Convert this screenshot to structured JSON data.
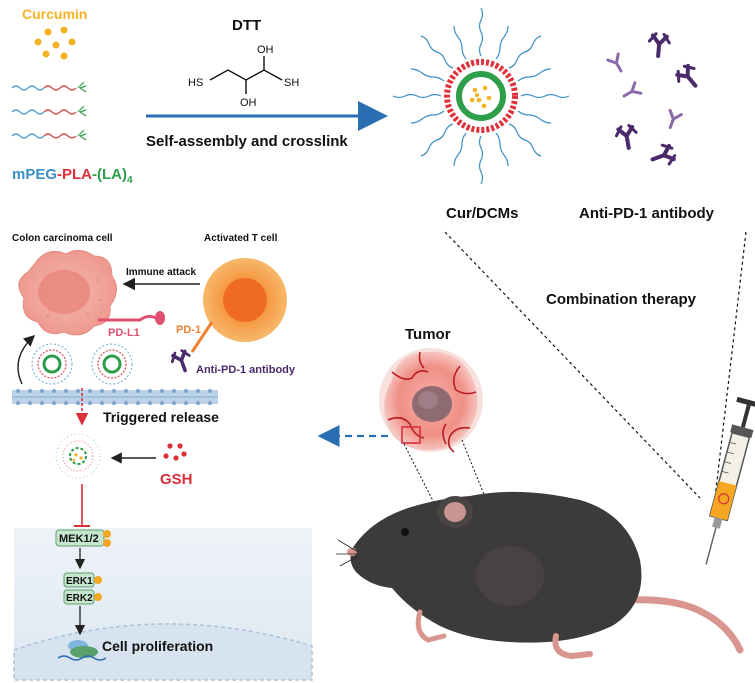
{
  "labels": {
    "curcumin": "Curcumin",
    "polymer_mpeg": "mPEG",
    "polymer_dash1": "-",
    "polymer_pla": "PLA",
    "polymer_dash2": "-",
    "polymer_la": "(LA)",
    "polymer_sub": "4",
    "dtt": "DTT",
    "oh_top": "OH",
    "oh_bottom": "OH",
    "hs_left": "HS",
    "sh_right": "SH",
    "self_assembly": "Self-assembly and crosslink",
    "micelle": "Cur/DCMs",
    "antibody_top": "Anti-PD-1 antibody",
    "combination": "Combination therapy",
    "colon_cell": "Colon carcinoma cell",
    "t_cell": "Activated T cell",
    "immune_attack": "Immune attack",
    "pdl1": "PD-L1",
    "pd1": "PD-1",
    "antibody_small": "Anti-PD-1 antibody",
    "tumor": "Tumor",
    "triggered_release": "Triggered release",
    "gsh": "GSH",
    "mek": "MEK1/2",
    "erk1": "ERK1",
    "erk2": "ERK2",
    "cell_proliferation": "Cell proliferation"
  },
  "colors": {
    "curcumin": "#f5b324",
    "peg_blue": "#3a8fc7",
    "pla_red": "#e0303a",
    "la_green": "#2e9e4a",
    "arrow_blue": "#2a6fb3",
    "antibody_purple": "#4a2a6a",
    "cancer_pink": "#f2a49a",
    "tcell_orange": "#f5a04a",
    "mouse_dark": "#3a3a3a",
    "tail_pink": "#d9968f",
    "gsh_red": "#d9303a"
  }
}
